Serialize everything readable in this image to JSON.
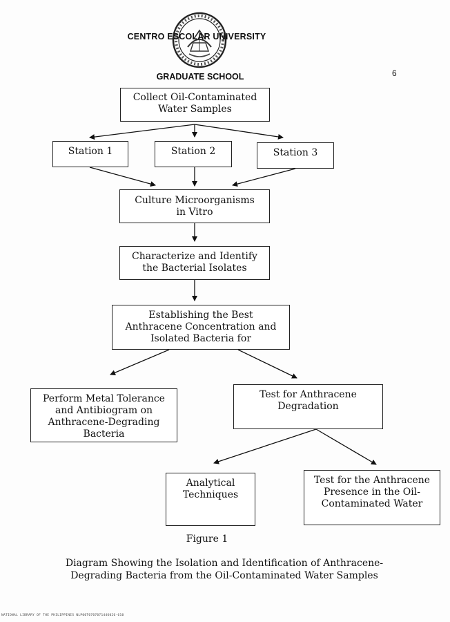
{
  "header": {
    "university": "CENTRO ESCOLAR UNIVERSITY",
    "school": "GRADUATE SCHOOL",
    "page_number": "6"
  },
  "diagram": {
    "collect": [
      "Collect Oil-Contaminated",
      "Water Samples"
    ],
    "station1": [
      "Station 1"
    ],
    "station2": [
      "Station 2"
    ],
    "station3": [
      "Station 3"
    ],
    "culture": [
      "Culture Microorganisms",
      "in Vitro"
    ],
    "characterize": [
      "Characterize and Identify",
      "the Bacterial Isolates"
    ],
    "establish": [
      "Establishing the Best",
      "Anthracene Concentration and",
      "Isolated Bacteria for"
    ],
    "metal": [
      "Perform Metal Tolerance",
      "and Antibiogram on",
      "Anthracene-Degrading",
      "Bacteria"
    ],
    "degradation": [
      "Test for Anthracene",
      "Degradation"
    ],
    "analytical": [
      "Analytical",
      "Techniques"
    ],
    "presence": [
      "Test for the Anthracene",
      "Presence in the Oil-",
      "Contaminated Water"
    ]
  },
  "figure_label": "Figure 1",
  "caption": [
    "Diagram Showing the Isolation and Identification of Anthracene-",
    "Degrading Bacteria from the Oil-Contaminated Water Samples"
  ],
  "footer": "NATIONAL LIBRARY OF THE PHILIPPINES    NLP00T0707071446026-610"
}
